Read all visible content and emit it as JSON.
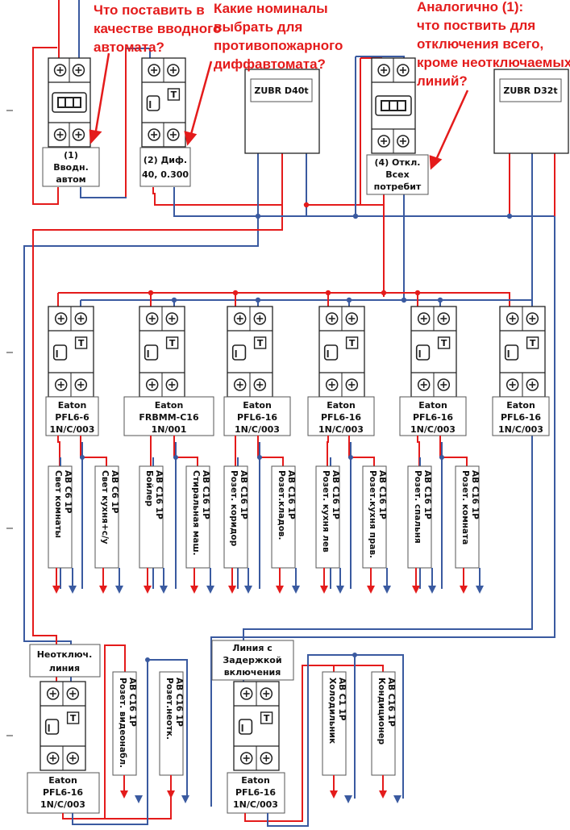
{
  "questions": {
    "q1": [
      "Что поставить в",
      "качестве вводного",
      "автомата?"
    ],
    "q2": [
      "Какие номиналы",
      "выбрать для",
      "противопожарного",
      "диффавтомата?"
    ],
    "q3": [
      "Аналогично (1):",
      "что поствить для",
      "отключения всего,",
      "кроме неотключаемых",
      "линий?"
    ]
  },
  "top_devices": {
    "input": [
      "(1)",
      "Вводн.",
      "автом"
    ],
    "diff": [
      "(2) Диф.",
      "40, 0.300"
    ],
    "relay1": "ZUBR D40t",
    "main_switch": [
      "(4) Откл.",
      "Всех",
      "потребит"
    ],
    "relay2": "ZUBR D32t"
  },
  "rcbos": [
    {
      "lines": [
        "Eaton",
        "PFL6-6",
        "1N/C/003"
      ]
    },
    {
      "lines": [
        "Eaton",
        "FRBMM-C16",
        "1N/001"
      ]
    },
    {
      "lines": [
        "Eaton",
        "PFL6-16",
        "1N/C/003"
      ]
    },
    {
      "lines": [
        "Eaton",
        "PFL6-16",
        "1N/C/003"
      ]
    },
    {
      "lines": [
        "Eaton",
        "PFL6-16",
        "1N/C/003"
      ]
    },
    {
      "lines": [
        "Eaton",
        "PFL6-16",
        "1N/C/003"
      ]
    }
  ],
  "circuits": [
    {
      "a": "АВ С6 1Р",
      "b": "Свет комнаты"
    },
    {
      "a": "АВ С6 1Р",
      "b": "Свет кухня+с/у"
    },
    {
      "a": "АВ С16 1Р",
      "b": "Бойлер"
    },
    {
      "a": "АВ С16 1Р",
      "b": "Стиральная маш."
    },
    {
      "a": "АВ С16 1Р",
      "b": "Розет. коридор"
    },
    {
      "a": "АВ С16 1Р",
      "b": "Розет.кладов."
    },
    {
      "a": "АВ С16 1Р",
      "b": "Розет. кухня лев"
    },
    {
      "a": "АВ С16 1Р",
      "b": "Розет.кухня прав."
    },
    {
      "a": "АВ С16 1Р",
      "b": "Розет. спальня"
    },
    {
      "a": "АВ С16 1Р",
      "b": "Розет. комната"
    }
  ],
  "bottom_left": {
    "title": [
      "Неотключ.",
      "линия"
    ],
    "rcbo": [
      "Eaton",
      "PFL6-16",
      "1N/C/003"
    ],
    "circuits": [
      {
        "a": "АВ С16 1Р",
        "b": "Розет. видеонабл."
      },
      {
        "a": "АВ С16 1Р",
        "b": "Розет.неотк."
      }
    ]
  },
  "bottom_right": {
    "title": [
      "Линия с",
      "Задержкой",
      "включения"
    ],
    "rcbo": [
      "Eaton",
      "PFL6-16",
      "1N/C/003"
    ],
    "circuits": [
      {
        "a": "АВ С1 1Р",
        "b": "Холодильник"
      },
      {
        "a": "АВ С16 1Р",
        "b": "Кондиционер"
      }
    ]
  },
  "colors": {
    "phase": "#e41b1b",
    "neutral": "#3a5aa0",
    "question": "#e41b1b"
  }
}
